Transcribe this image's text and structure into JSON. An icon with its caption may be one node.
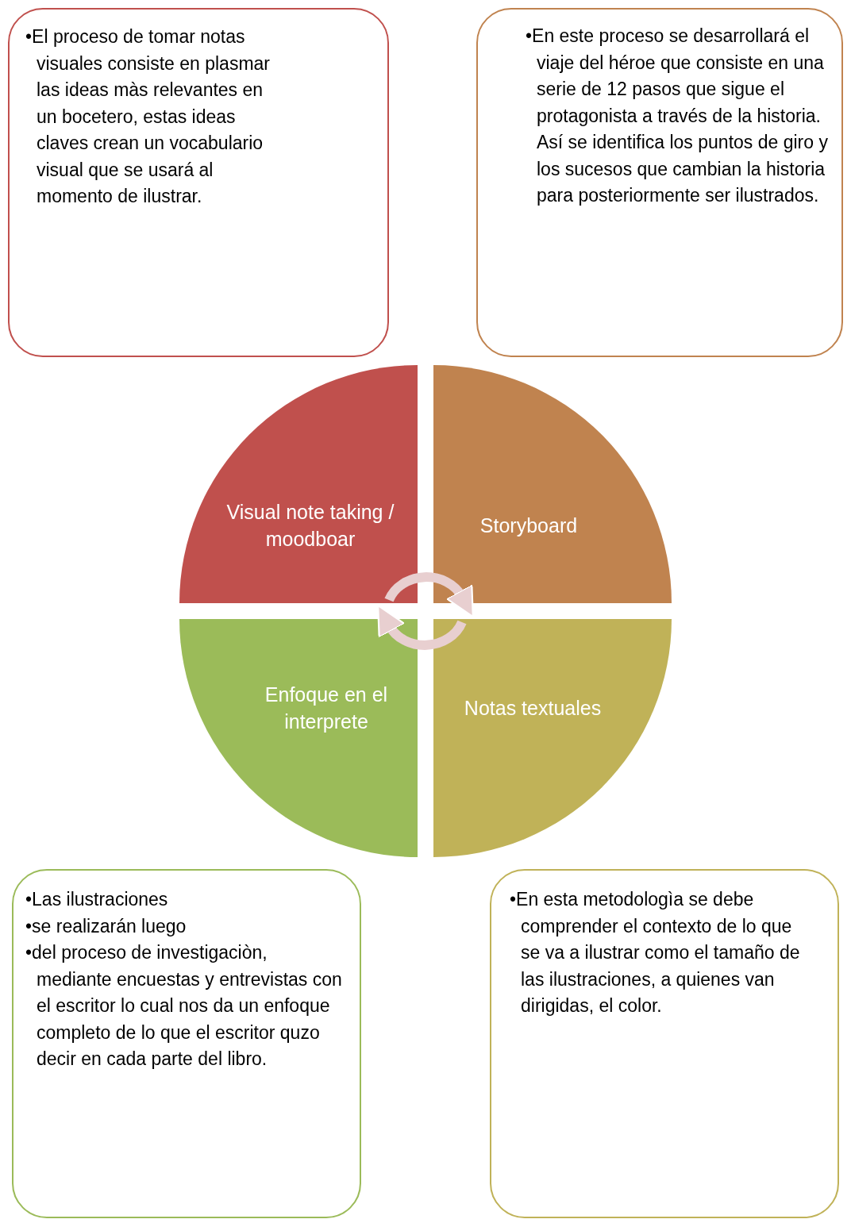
{
  "diagram": {
    "nodes": [
      {
        "text": [
          "•El proceso de tomar notas visuales consiste en plasmar las ideas màs relevantes en un bocetero, estas ideas claves crean un vocabulario visual que se usará al momento de ilustrar."
        ]
      },
      {
        "text": [
          "•En este proceso se desarrollará el viaje del héroe que consiste en una serie de 12 pasos que sigue el protagonista a través de la historia.  Así se identifica los puntos de giro y los sucesos que cambian la historia para posteriormente ser ilustrados."
        ]
      },
      {
        "text": [
          "Visual note taking / moodboar"
        ]
      },
      {
        "text": [
          "Storyboard"
        ]
      },
      {
        "text": [
          "Enfoque en el interprete"
        ]
      },
      {
        "text": [
          "Notas textuales"
        ]
      },
      {
        "text": [
          "•Las ilustraciones",
          "•se realizarán luego",
          "•del proceso de investigaciòn, mediante encuestas y entrevistas con el escritor lo cual nos da un enfoque completo de lo que el escritor quzo decir en cada parte del libro."
        ]
      },
      {
        "text": [
          "•En esta metodologìa se debe comprender el contexto de lo que se va a ilustrar como el tamaño de las ilustraciones, a quienes van dirigidas, el color."
        ]
      }
    ],
    "edges": [
      {
        "from": 2,
        "to": 3,
        "arrow": "to"
      },
      {
        "from": 5,
        "to": 4,
        "arrow": "to"
      }
    ]
  }
}
